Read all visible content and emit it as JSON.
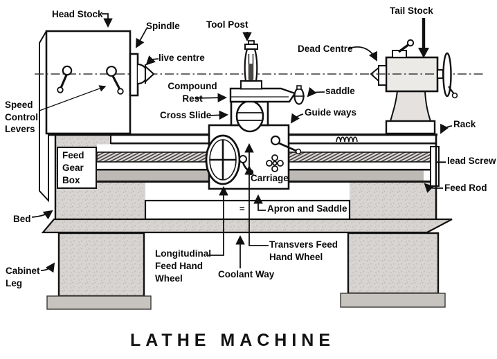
{
  "title": "LATHE MACHINE",
  "colors": {
    "ink": "#111111",
    "background": "#ffffff",
    "bed_gray": "#d8d4d1",
    "rod_gray": "#bdb9b5",
    "tailstock_gray": "#eceae7"
  },
  "labels": {
    "head_stock": "Head Stock",
    "spindle": "Spindle",
    "live_centre": "live centre",
    "tool_post": "Tool Post",
    "dead_centre": "Dead Centre",
    "tail_stock": "Tail Stock",
    "compound_rest": "Compound\nRest",
    "cross_slide": "Cross Slide",
    "saddle": "saddle",
    "guide_ways": "Guide ways",
    "speed_control_levers": "Speed\nControl\nLevers",
    "feed_gear_box": "Feed\nGear\nBox",
    "rack": "Rack",
    "lead_screw": "lead Screw",
    "feed_rod": "Feed Rod",
    "carriage": "Carriage",
    "apron_and_saddle": "Apron and Saddle",
    "longitudinal_feed_hand_wheel": "Longitudinal\nFeed Hand\nWheel",
    "coolant_way": "Coolant Way",
    "transvers_feed_hand_wheel": "Transvers Feed\nHand Wheel",
    "bed": "Bed",
    "cabinet_leg": "Cabinet\nLeg",
    "equals_mark": "="
  }
}
